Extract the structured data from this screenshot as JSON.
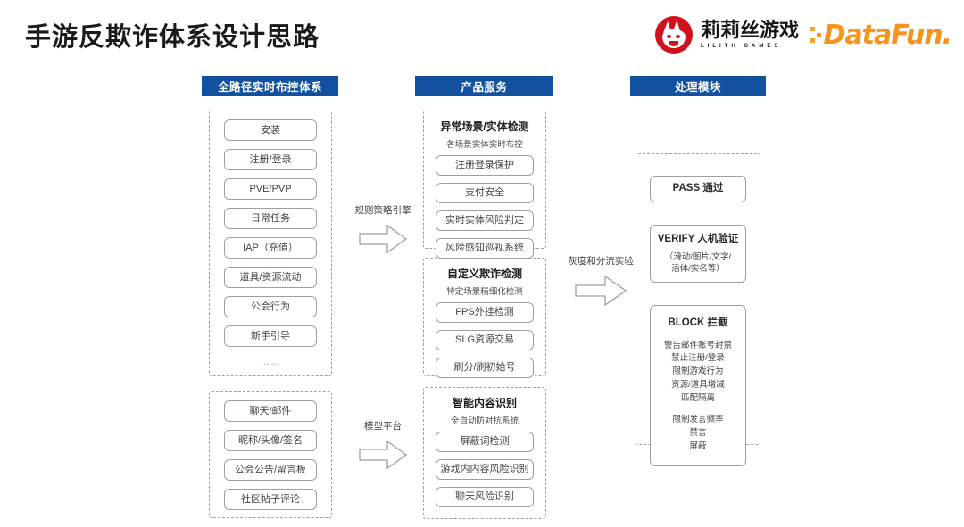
{
  "slide": {
    "title": "手游反欺诈体系设计思路"
  },
  "brand": {
    "lilith_logo_icon": "lilith-demon-head-icon",
    "lilith_cn": "莉莉丝游戏",
    "lilith_en": "LILITH GAMES",
    "datafun_dots_icon": "datafun-dots-icon",
    "datafun": "DataFun.",
    "red": "#d0111b",
    "orange": "#f7941e"
  },
  "theme": {
    "header_blue": "#11519f",
    "dashed_border": "#9aa0a6",
    "node_border": "#9aa0a6",
    "text": "#3c3c3c"
  },
  "columns": [
    {
      "header": "全路径实时布控体系",
      "groups": [
        {
          "items": [
            "安装",
            "注册/登录",
            "PVE/PVP",
            "日常任务",
            "IAP（充值）",
            "道具/资源流动",
            "公会行为",
            "新手引导"
          ],
          "ellipsis": "……"
        },
        {
          "items": [
            "聊天/邮件",
            "昵称/头像/签名",
            "公会公告/留言板",
            "社区帖子评论"
          ]
        }
      ]
    },
    {
      "header": "产品服务",
      "groups": [
        {
          "title": "异常场景/实体检测",
          "subtitle": "各场景实体实时布控",
          "items": [
            "注册登录保护",
            "支付安全",
            "实时实体风险判定",
            "风险感知巡视系统"
          ]
        },
        {
          "title": "自定义欺诈检测",
          "subtitle": "特定场景精细化检测",
          "items": [
            "FPS外挂检测",
            "SLG资源交易",
            "刷分/刷初始号"
          ]
        },
        {
          "title": "智能内容识别",
          "subtitle": "全自动防对抗系统",
          "items": [
            "屏蔽词检测",
            "游戏内内容风险识别",
            "聊天风险识别"
          ]
        }
      ]
    },
    {
      "header": "处理模块",
      "nodes": {
        "pass": "PASS  通过",
        "verify_title": "VERIFY 人机验证",
        "verify_sub_line1": "（滑动/图片/文字/",
        "verify_sub_line2": "活体/实名等）",
        "block_title": "BLOCK 拦截",
        "block_lines_top": [
          "警告邮件账号封禁",
          "禁止注册/登录",
          "限制游戏行为",
          "资源/道具增减",
          "匹配隔离"
        ],
        "block_lines_bottom": [
          "限制发言频率",
          "禁言",
          "屏蔽"
        ]
      }
    }
  ],
  "arrows": [
    {
      "label": "规则策略引擎",
      "icon": "right-arrow-icon"
    },
    {
      "label": "模型平台",
      "icon": "right-arrow-icon"
    },
    {
      "label": "灰度和分流实验",
      "icon": "right-arrow-icon"
    }
  ]
}
